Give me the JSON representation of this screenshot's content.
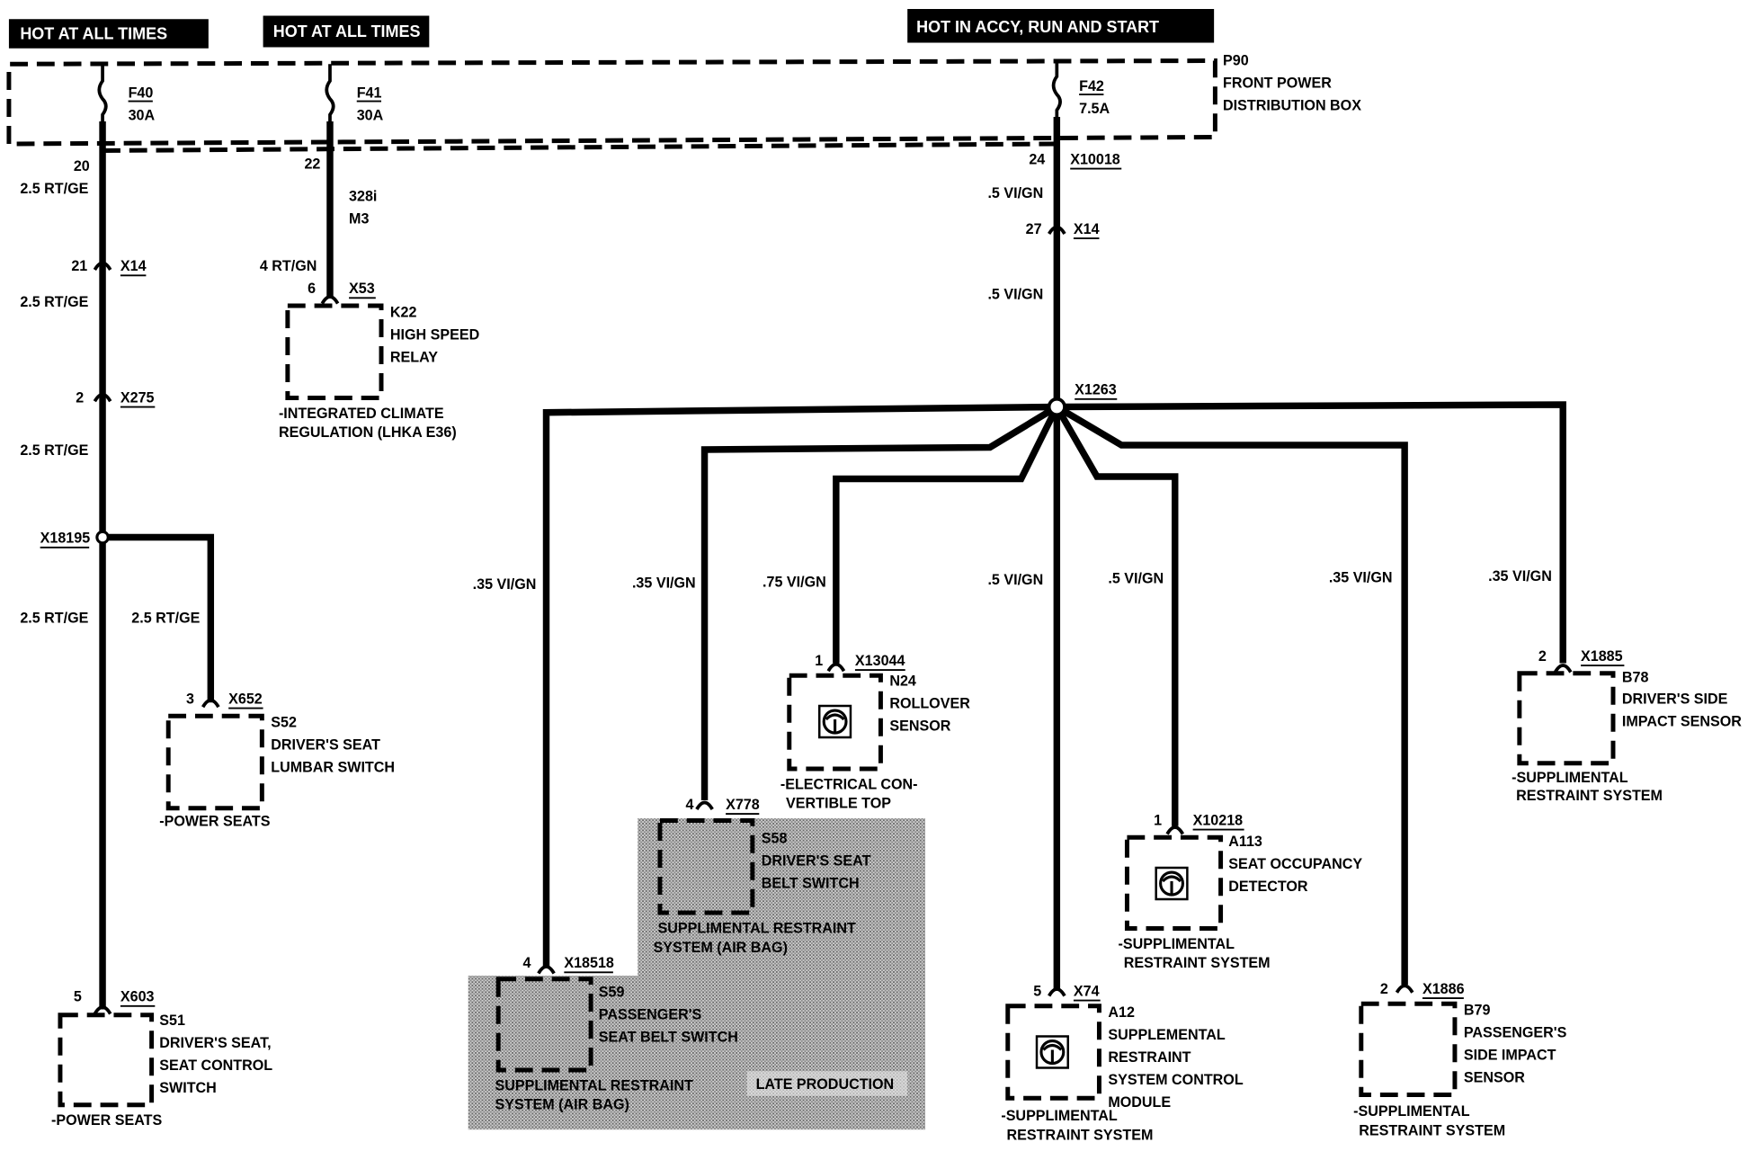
{
  "power_labels": {
    "f40_source": "HOT AT ALL TIMES",
    "f41_source": "HOT AT ALL TIMES",
    "f42_source": "HOT IN ACCY, RUN AND START"
  },
  "distribution_box": {
    "id": "P90",
    "name_line1": "FRONT POWER",
    "name_line2": "DISTRIBUTION BOX",
    "fuses": [
      {
        "id": "F40",
        "rating": "30A"
      },
      {
        "id": "F41",
        "rating": "30A"
      },
      {
        "id": "F42",
        "rating": "7.5A"
      }
    ]
  },
  "circuit_f40": {
    "pin_out": "20",
    "wire1": "2.5 RT/GE",
    "conn1": {
      "pin": "21",
      "id": "X14"
    },
    "wire2": "2.5 RT/GE",
    "conn2": {
      "pin": "2",
      "id": "X275"
    },
    "wire3": "2.5 RT/GE",
    "splice": "X18195",
    "wire4": "2.5 RT/GE",
    "wire5": "2.5 RT/GE",
    "s52": {
      "pin": "3",
      "conn": "X652",
      "id": "S52",
      "line1": "DRIVER'S SEAT",
      "line2": "LUMBAR SWITCH",
      "system": "-POWER SEATS"
    },
    "s51": {
      "pin": "5",
      "conn": "X603",
      "id": "S51",
      "line1": "DRIVER'S SEAT,",
      "line2": "SEAT CONTROL",
      "line3": "SWITCH",
      "system": "-POWER SEATS"
    }
  },
  "circuit_f41": {
    "pin_out": "22",
    "variant1": "328i",
    "variant2": "M3",
    "wire": "4 RT/GN",
    "k22": {
      "pin": "6",
      "conn": "X53",
      "id": "K22",
      "line1": "HIGH SPEED",
      "line2": "RELAY",
      "system1": "-INTEGRATED CLIMATE",
      "system2": "REGULATION (LHKA E36)"
    }
  },
  "circuit_f42": {
    "pin_out": "24",
    "conn_out": "X10018",
    "wire1": ".5 VI/GN",
    "conn1": {
      "pin": "27",
      "id": "X14"
    },
    "wire2": ".5 VI/GN",
    "splice": "X1263",
    "branches": {
      "s59": {
        "wire": ".35 VI/GN",
        "pin": "4",
        "conn": "X18518",
        "id": "S59",
        "line1": "PASSENGER'S",
        "line2": "SEAT BELT SWITCH",
        "system1": "SUPPLIMENTAL RESTRAINT",
        "system2": "SYSTEM (AIR BAG)"
      },
      "s58": {
        "wire": ".35 VI/GN",
        "pin": "4",
        "conn": "X778",
        "id": "S58",
        "line1": "DRIVER'S SEAT",
        "line2": "BELT SWITCH",
        "system1": "SUPPLIMENTAL RESTRAINT",
        "system2": "SYSTEM (AIR BAG)"
      },
      "n24": {
        "wire": ".75 VI/GN",
        "pin": "1",
        "conn": "X13044",
        "id": "N24",
        "line1": "ROLLOVER",
        "line2": "SENSOR",
        "system1": "-ELECTRICAL CON-",
        "system2": "VERTIBLE TOP"
      },
      "a12": {
        "wire": ".5 VI/GN",
        "pin": "5",
        "conn": "X74",
        "id": "A12",
        "line1": "SUPPLEMENTAL",
        "line2": "RESTRAINT",
        "line3": "SYSTEM CONTROL",
        "line4": "MODULE",
        "system1": "-SUPPLIMENTAL",
        "system2": "RESTRAINT  SYSTEM"
      },
      "a113": {
        "wire": ".5 VI/GN",
        "pin": "1",
        "conn": "X10218",
        "id": "A113",
        "line1": "SEAT OCCUPANCY",
        "line2": "DETECTOR",
        "system1": "-SUPPLIMENTAL",
        "system2": "RESTRAINT  SYSTEM"
      },
      "b79": {
        "wire": ".35 VI/GN",
        "pin": "2",
        "conn": "X1886",
        "id": "B79",
        "line1": "PASSENGER'S",
        "line2": "SIDE IMPACT",
        "line3": "SENSOR",
        "system1": "-SUPPLIMENTAL",
        "system2": "RESTRAINT  SYSTEM"
      },
      "b78": {
        "wire": ".35 VI/GN",
        "pin": "2",
        "conn": "X1885",
        "id": "B78",
        "line1": "DRIVER'S SIDE",
        "line2": "IMPACT SENSOR",
        "system1": "-SUPPLIMENTAL",
        "system2": "RESTRAINT  SYSTEM"
      }
    },
    "late_production_note": "LATE PRODUCTION"
  },
  "icons": {
    "airbag_sensor": "steering-wheel-icon",
    "fuse": "fuse-icon",
    "splice": "splice-icon",
    "connector": "connector-icon"
  },
  "colors": {
    "line": "#000000",
    "background": "#ffffff",
    "late_production_shade": "#9a9a9a"
  }
}
